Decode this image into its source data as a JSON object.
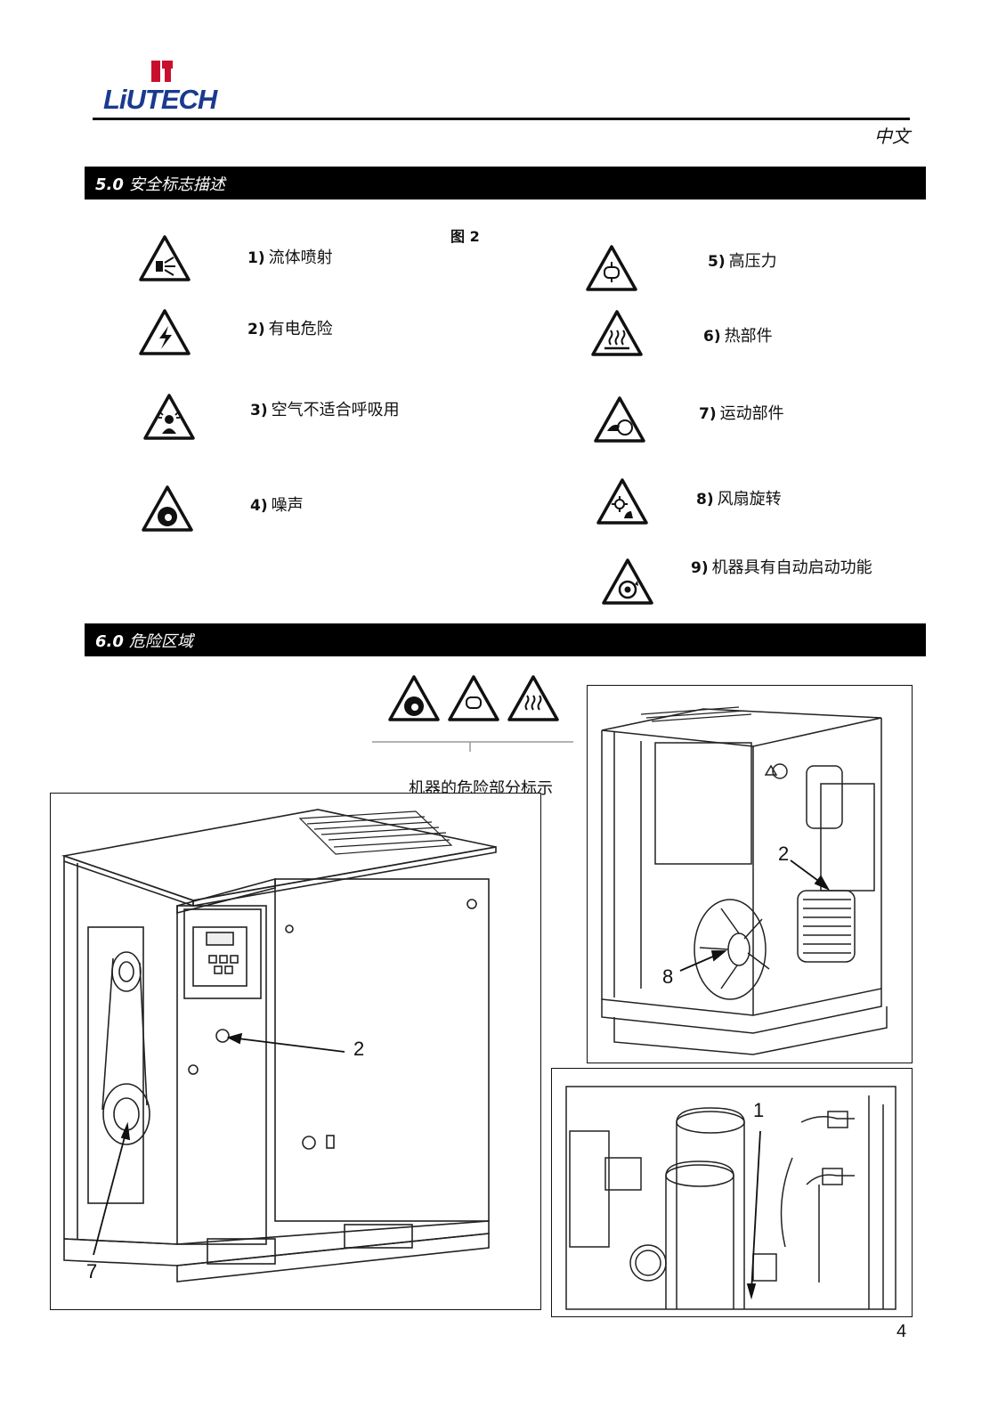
{
  "header": {
    "brand": "LiUTECH",
    "language": "中文"
  },
  "section5": {
    "number": "5.0",
    "title": "安全标志描述",
    "figure_label": "图 2",
    "signs": [
      {
        "num": "1)",
        "label": "流体喷射",
        "icon": "fluid-jet-warning-icon"
      },
      {
        "num": "2)",
        "label": "有电危险",
        "icon": "electric-shock-warning-icon"
      },
      {
        "num": "3)",
        "label": "空气不适合呼吸用",
        "icon": "unbreathable-air-warning-icon"
      },
      {
        "num": "4)",
        "label": "噪声",
        "icon": "noise-warning-icon"
      },
      {
        "num": "5)",
        "label": "高压力",
        "icon": "high-pressure-warning-icon"
      },
      {
        "num": "6)",
        "label": "热部件",
        "icon": "hot-parts-warning-icon"
      },
      {
        "num": "7)",
        "label": "运动部件",
        "icon": "moving-parts-warning-icon"
      },
      {
        "num": "8)",
        "label": "风扇旋转",
        "icon": "rotating-fan-warning-icon"
      },
      {
        "num": "9)",
        "label": "机器具有自动启动功能",
        "icon": "auto-start-warning-icon"
      }
    ]
  },
  "section6": {
    "number": "6.0",
    "title": "危险区域",
    "caption": "机器的危险部分标示",
    "callouts": {
      "front_belt": "7",
      "front_door": "2",
      "side_motor": "2",
      "side_fan": "8",
      "detail_pipe": "1"
    }
  },
  "footer": {
    "page_number": "4"
  }
}
